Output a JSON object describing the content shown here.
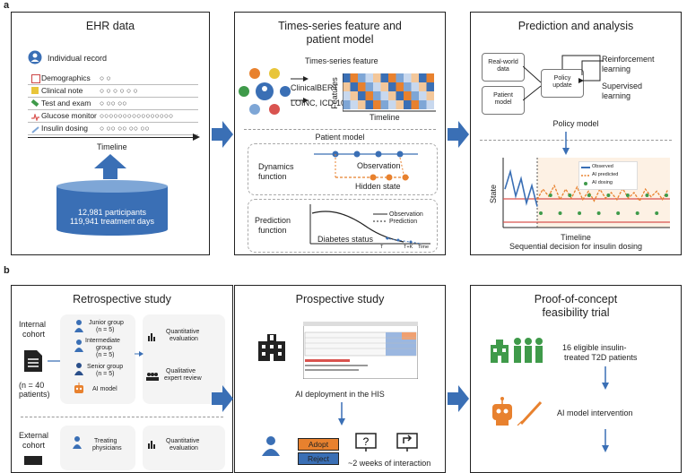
{
  "panel_letters": {
    "a": "a",
    "b": "b"
  },
  "a1": {
    "title": "EHR data",
    "individual_record": "Individual record",
    "rows": [
      {
        "label": "Demographics",
        "marks": "○              ○"
      },
      {
        "label": "Clinical note",
        "marks": "○  ○  ○  ○  ○  ○"
      },
      {
        "label": "Test and exam",
        "marks": "○           ○○      ○○"
      },
      {
        "label": "Glucose monitor",
        "marks": "○○○○○○○○○○○○○○○○"
      },
      {
        "label": "Insulin dosing",
        "marks": "○  ○○  ○○  ○○  ○○"
      }
    ],
    "timeline": "Timeline",
    "db_line1": "12,981 participants",
    "db_line2": "119,941 treatment days"
  },
  "a2": {
    "title_line1": "Times-series feature and",
    "title_line2": "patient model",
    "ts_feature": "Times-series feature",
    "clinicalbert": "ClinicalBERT",
    "loinc": "LOINC, ICD-10",
    "features": "Features",
    "timeline": "Timeline",
    "patient_model": "Patient model",
    "dynamics_function_1": "Dynamics",
    "dynamics_function_2": "function",
    "observation": "Observation",
    "hidden_state": "Hidden state",
    "prediction_function_1": "Prediction",
    "prediction_function_2": "function",
    "legend_observation": "Observation",
    "legend_prediction": "Prediction",
    "diabetes_status": "Diabetes status",
    "t_label": "T",
    "tk_label": "T+K",
    "time_label": "Time"
  },
  "a3": {
    "title": "Prediction and analysis",
    "real_world_1": "Real-world",
    "real_world_2": "data",
    "patient_model_1": "Patient",
    "patient_model_2": "model",
    "policy_update_1": "Policy",
    "policy_update_2": "update",
    "rl_1": "Reinforcement",
    "rl_2": "learning",
    "sl_1": "Supervised",
    "sl_2": "learning",
    "policy_model": "Policy model",
    "legend_observed": "Observed",
    "legend_ai_predicted": "AI predicted",
    "legend_ai_dosing": "AI dosing",
    "state": "State",
    "timeline": "Timeline",
    "caption": "Sequential decision for insulin dosing"
  },
  "b1": {
    "title": "Retrospective study",
    "internal_1": "Internal",
    "internal_2": "cohort",
    "n40_1": "(n = 40",
    "n40_2": "patients)",
    "junior_1": "Junior group",
    "junior_2": "(n = 5)",
    "intermediate_1": "Intermediate",
    "intermediate_2": "group",
    "intermediate_3": "(n = 5)",
    "senior_1": "Senior group",
    "senior_2": "(n = 5)",
    "ai_model": "AI model",
    "quant_1": "Quantitative",
    "quant_2": "evaluation",
    "qual_1": "Qualitative",
    "qual_2": "expert review",
    "external_1": "External",
    "external_2": "cohort",
    "treating_1": "Treating",
    "treating_2": "physicians",
    "quant2_1": "Quantitative",
    "quant2_2": "evaluation"
  },
  "b2": {
    "title": "Prospective study",
    "deployment": "AI deployment in the HIS",
    "adopt": "Adopt",
    "reject": "Reject",
    "weeks": "~2 weeks of interaction"
  },
  "b3": {
    "title_1": "Proof-of-concept",
    "title_2": "feasibility trial",
    "patients_1": "16 eligible insulin-",
    "patients_2": "treated T2D patients",
    "intervention": "AI model intervention"
  },
  "colors": {
    "blue": "#3a6fb5",
    "orange": "#e8812e",
    "green": "#3f9a4a",
    "red": "#d9534f",
    "light_blue": "#7ea6d6"
  },
  "chart_data": {
    "type": "line",
    "series": [
      {
        "name": "Observed",
        "values": [
          0.55,
          0.8,
          0.45,
          0.7,
          0.35,
          0.6,
          0.3
        ]
      },
      {
        "name": "AI predicted",
        "values": [
          0.4,
          0.55,
          0.45,
          0.6,
          0.4,
          0.55,
          0.42,
          0.58,
          0.4,
          0.52,
          0.38,
          0.55,
          0.42,
          0.5,
          0.4,
          0.56,
          0.42,
          0.5,
          0.38,
          0.55,
          0.44,
          0.52,
          0.4,
          0.55
        ]
      },
      {
        "name": "AI dosing",
        "values": [
          1,
          1,
          1,
          1,
          1,
          1,
          1,
          1,
          1,
          1,
          1,
          1,
          1,
          1
        ]
      }
    ],
    "ylabel": "State",
    "xlabel": "Timeline"
  }
}
